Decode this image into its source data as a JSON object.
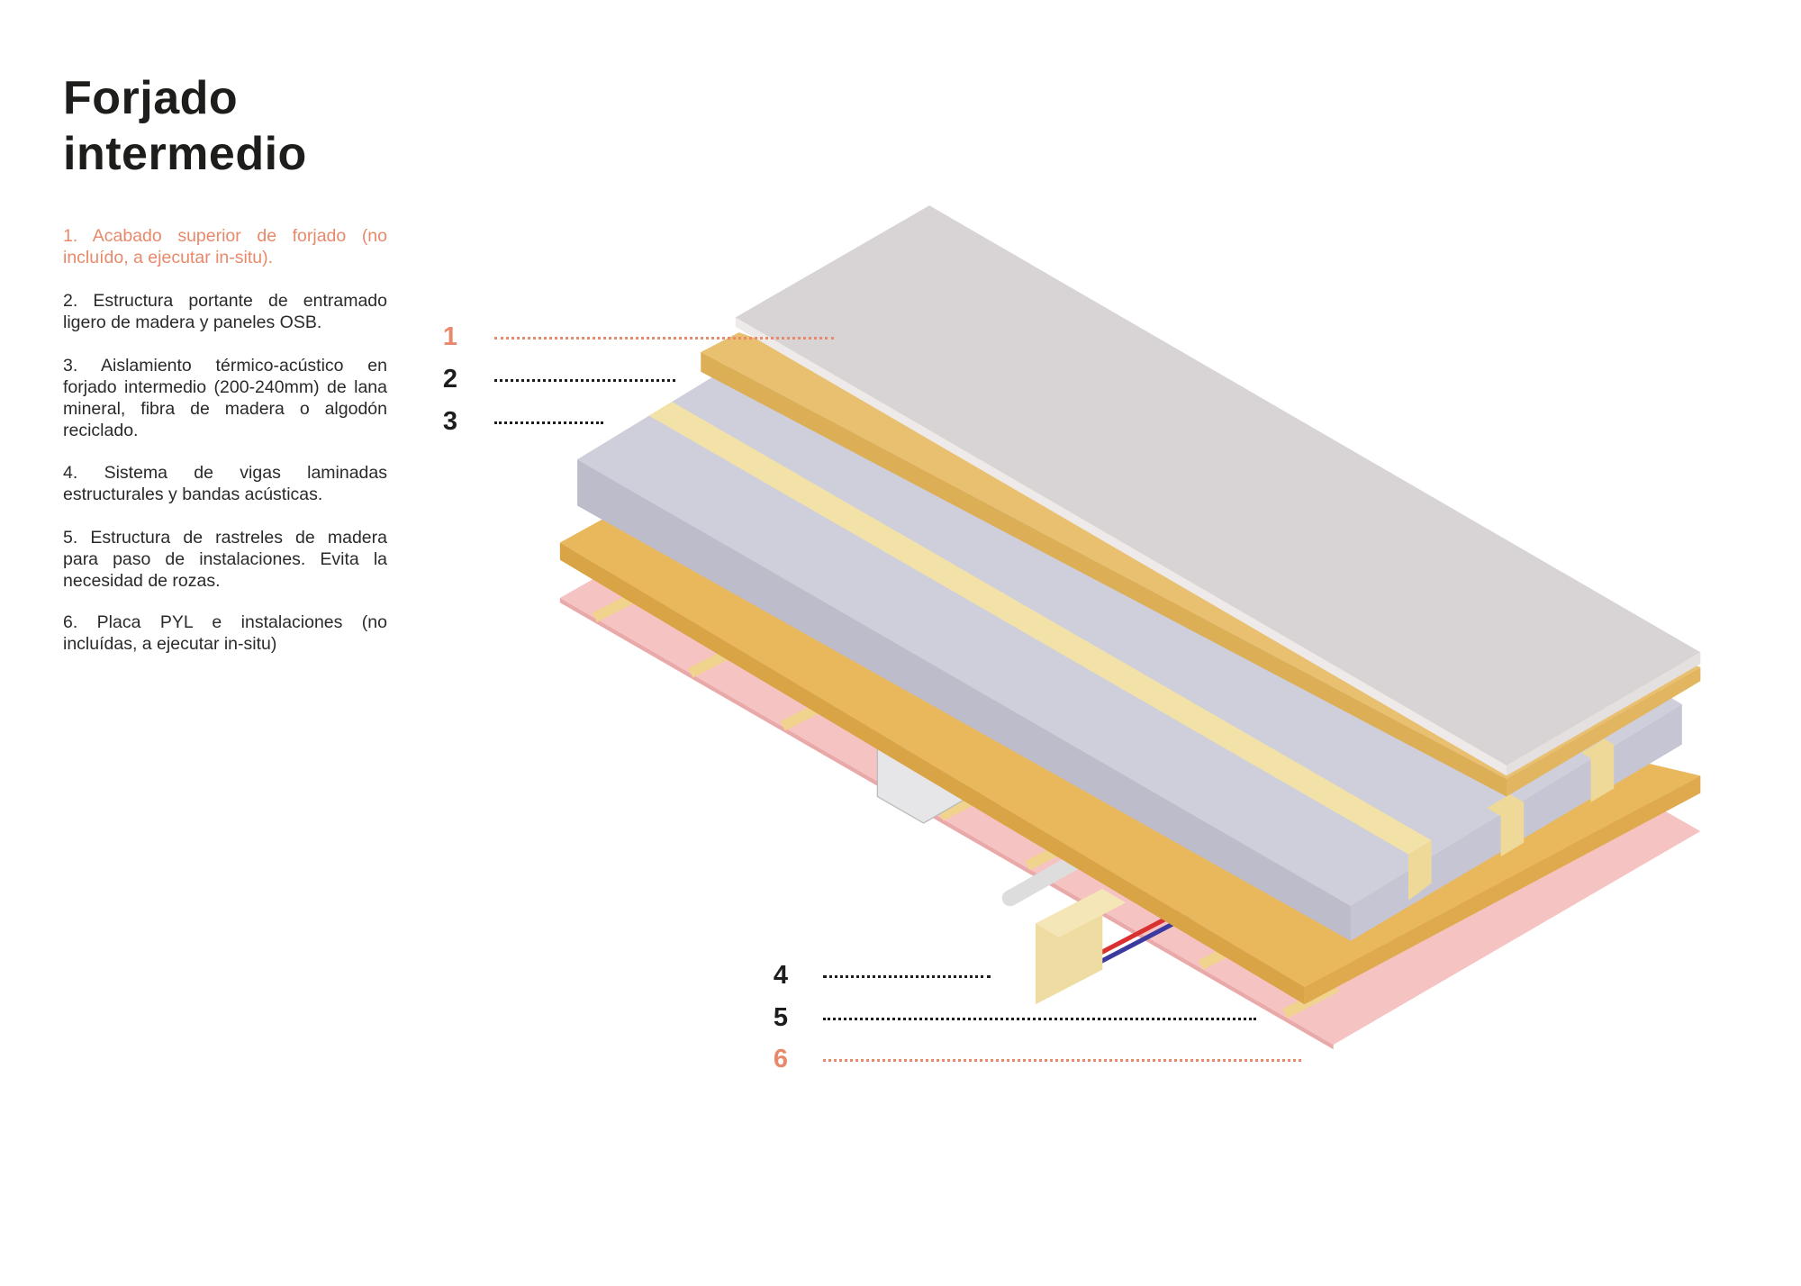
{
  "title": {
    "line1": "Forjado",
    "line2": "intermedio"
  },
  "legend": [
    {
      "text": "1. Acabado superior de forjado (no incluído, a ejecutar in-situ).",
      "accent": true
    },
    {
      "text": "2. Estructura portante de entramado ligero de madera y paneles OSB.",
      "accent": false
    },
    {
      "text": "3. Aislamiento térmico-acústico en forjado intermedio (200-240mm) de lana mineral, fibra de madera o algodón reciclado.",
      "accent": false
    },
    {
      "text": "4. Sistema de vigas laminadas estructurales y bandas acústicas.",
      "accent": false
    },
    {
      "text": "5. Estructura de rastreles de madera para paso de instalaciones. Evita la necesidad de rozas.",
      "accent": false
    },
    {
      "text": "6. Placa PYL e instalaciones (no incluídas, a ejecutar in-situ)",
      "accent": true
    }
  ],
  "callouts": [
    "1",
    "2",
    "3",
    "4",
    "5",
    "6"
  ],
  "colors": {
    "accent": "#e8896b",
    "text": "#1d1d1b",
    "finish": "#d9d6d6",
    "osb": "#e8b95a",
    "insulation": "#c9c7d6",
    "plasterboard": "#f6c0c0",
    "timber": "#f0dca0"
  }
}
